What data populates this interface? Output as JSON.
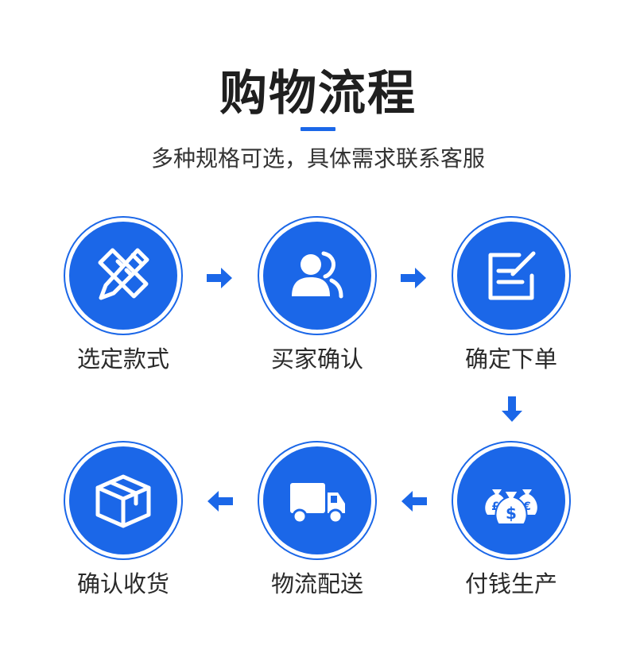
{
  "header": {
    "title": "购物流程",
    "subtitle": "多种规格可选，具体需求联系客服"
  },
  "colors": {
    "accent": "#1b67e8",
    "text": "#222222",
    "background": "#ffffff"
  },
  "steps": [
    {
      "label": "选定款式",
      "icon": "pencil-ruler-icon"
    },
    {
      "label": "买家确认",
      "icon": "users-icon"
    },
    {
      "label": "确定下单",
      "icon": "edit-note-icon"
    },
    {
      "label": "付钱生产",
      "icon": "money-bags-icon"
    },
    {
      "label": "物流配送",
      "icon": "delivery-truck-icon"
    },
    {
      "label": "确认收货",
      "icon": "package-box-icon"
    }
  ]
}
